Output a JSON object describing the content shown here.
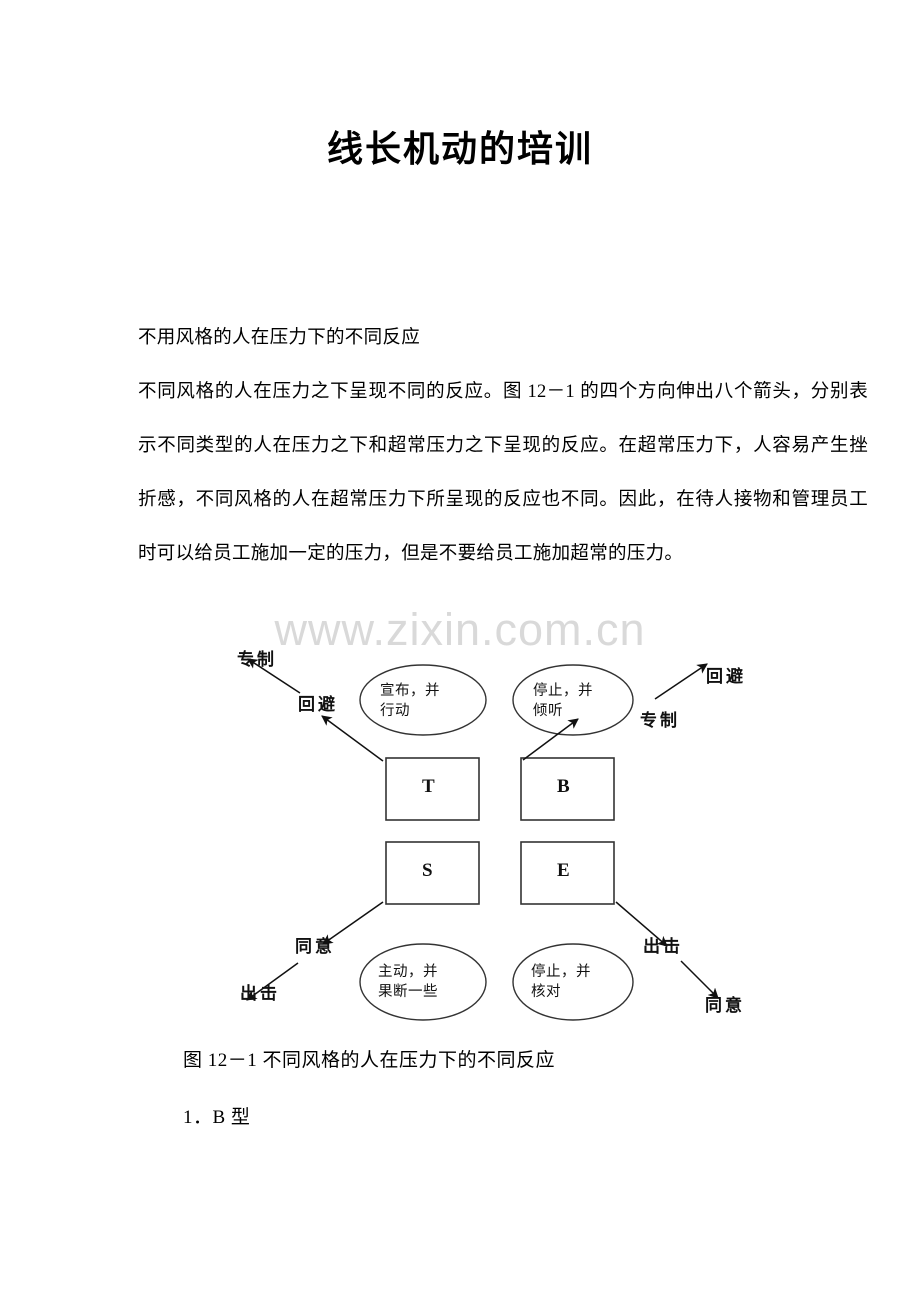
{
  "document": {
    "title": "线长机动的培训",
    "intro_line": "不用风格的人在压力下的不同反应",
    "body_paragraph": "不同风格的人在压力之下呈现不同的反应。图 12－1 的四个方向伸出八个箭头，分别表示不同类型的人在压力之下和超常压力之下呈现的反应。在超常压力下，人容易产生挫折感，不同风格的人在超常压力下所呈现的反应也不同。因此，在待人接物和管理员工时可以给员工施加一定的压力，但是不要给员工施加超常的压力。",
    "figure_caption": "图 12－1  不同风格的人在压力下的不同反应",
    "section_item": "1．B 型",
    "watermark": "www.zixin.com.cn"
  },
  "figure": {
    "nodes": [
      {
        "id": "T",
        "letter": "T"
      },
      {
        "id": "B",
        "letter": "B"
      },
      {
        "id": "S",
        "letter": "S"
      },
      {
        "id": "E",
        "letter": "E"
      }
    ],
    "bubbles": [
      {
        "id": "bubble-top-left",
        "text": "宣布，并\n行动"
      },
      {
        "id": "bubble-top-right",
        "text": "停止，并\n倾听"
      },
      {
        "id": "bubble-bottom-left",
        "text": "主动，并\n果断一些"
      },
      {
        "id": "bubble-bottom-right",
        "text": "停止，并\n核对"
      }
    ],
    "arrow_labels": {
      "top_left_outer": "专制",
      "top_left_inner": "回避",
      "top_right_outer": "回避",
      "top_right_inner": "专制",
      "bottom_left_inner": "同意",
      "bottom_left_outer": "出击",
      "bottom_right_inner": "出击",
      "bottom_right_outer": "同意"
    }
  },
  "colors": {
    "ink": "#000000",
    "stroke": "#222222",
    "watermark": "#d9d9d9",
    "page_background": "#ffffff"
  }
}
